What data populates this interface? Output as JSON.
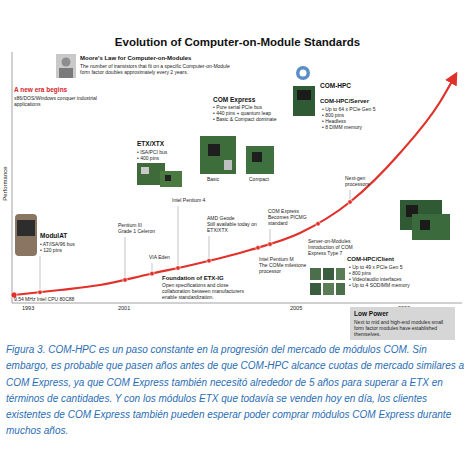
{
  "diagram": {
    "title": "Evolution of Computer-on-Module Standards",
    "caption": "Figura 3. COM-HPC es un paso constante en la progresión del mercado de módulos COM. Sin embargo, es probable que pasen años antes de que COM-HPC alcance cuotas de mercado similares a COM Express, ya que COM Express también necesitó alrededor de 5 años para superar a ETX en términos de cantidades. Y con los módulos ETX que todavía se venden hoy en día, los clientes existentes de COM Express también pueden esperar poder comprar módulos COM Express durante muchos años.",
    "nodes": [
      {
        "text": [
          "Low Power",
          "Next to mid and high-end modules small form factor modules have established themselves."
        ]
      }
    ],
    "labels": [
      "Moore's Law for Computer-on-Modules",
      "The number of transistors that fit on a specific Computer-on-Module form factor doubles approximately every 2 years.",
      "A new era begins",
      "x86/DOS/Windows conquer industrial applications",
      "Performance",
      "COM-HPC",
      "COM-HPC/Server",
      "• Up to 64 x PCIe Gen 5",
      "• 800 pins",
      "• Headless",
      "• 8 DIMM memory",
      "COM Express",
      "• Pure serial PCIe bus",
      "• 440 pins + quantum leap",
      "• Basic & Compact dominate",
      "ETX/XTX",
      "• ISA/PCI bus",
      "• 400 pins",
      "Basic",
      "Compact",
      "Next-gen processors",
      "Intel Pentium 4",
      "AMD Geode",
      "Still available today on ETX/XTX",
      "COM Express",
      "Becomes PICMG standard",
      "Pentium III",
      "Grade 1 Celeron",
      "ModulAT",
      "• AT/ISA/96 bus",
      "• 120 pins",
      "Server-on-Modules",
      "Introduction of COM Express Type 7",
      "VIA Eden",
      "Intel Pentium M",
      "The COMe milestone processor",
      "COM-HPC/Client",
      "• Up to 49 x PCIe Gen 5",
      "• 800 pins",
      "• Video/audio interfaces",
      "• Up to 4 SODIMM memory",
      "Foundation of ETX-IG",
      "Open specifications and close collaboration between manufacturers enable standardization.",
      "9.54 MHz Intel CPU 80C88",
      "1993",
      "2001",
      "2005",
      "2020"
    ]
  }
}
